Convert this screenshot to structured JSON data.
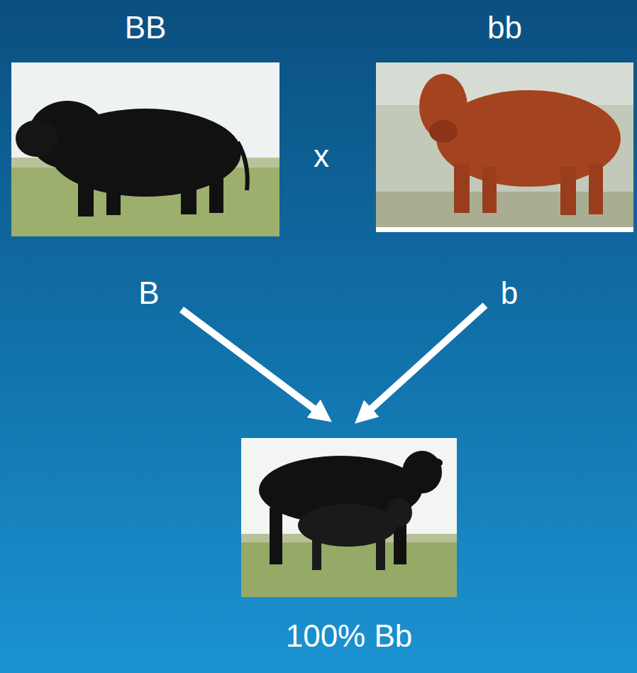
{
  "diagram": {
    "nodes": [
      {
        "text": [
          "BB"
        ]
      },
      {
        "text": [
          "bb"
        ]
      },
      {
        "text": [
          "100% Bb"
        ]
      }
    ],
    "labels": [
      "x",
      "B",
      "b"
    ]
  }
}
